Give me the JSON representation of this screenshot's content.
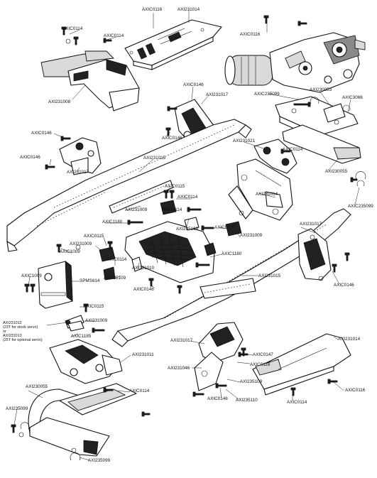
{
  "parts": {
    "AXIC0116_top": "AXIC0116",
    "AXI231014_top": "AXI231014",
    "AXIC0114_top_left": "AXIC0114",
    "AXIC0114_top_mid": "AXIC0114",
    "AXIC0116_right": "AXIC0116",
    "AXI231008": "AXI231008",
    "AXIC0146_a": "AXIC0146",
    "AXI231017_a": "AXI231017",
    "AXIC235099_a": "AXIC235099",
    "AXI230053": "AXI230053",
    "AXIC3066": "AXIC3066",
    "AXIC0146_b": "AXIC0146",
    "AXIC0146_c": "AXIC0146",
    "AXI231021": "AXI231021",
    "AXIC0114_r": "AXIC0114",
    "AXIC0146_d": "AXIC0146",
    "AXI231017_b": "AXI231017",
    "AXI231015_a": "AXI231015",
    "AXI230055_a": "AXI230055",
    "AXIC0115_a": "AXIC0115",
    "AXIC0114_b": "AXIC0114",
    "AXI231014_b": "AXI231014",
    "AXIC235099_b": "AXIC235099",
    "AXI231009_a": "AXI231009",
    "AXIC0114_c": "AXIC0114",
    "AXIC1180_a": "AXIC1180",
    "AXI235109_a": "AXI235109",
    "AXIC0115_b": "AXIC0115",
    "AXI231009_b": "AXI231009",
    "AXI231017_c": "AXI231017",
    "AXIC0115_c": "AXIC0115",
    "AXI231009_c": "AXI231009",
    "AXIC1009_a": "AXIC1009",
    "AXIC0114_d": "AXIC0114",
    "AXIC1180_b": "AXIC1180",
    "AXI231010": "AXI231010",
    "AXI235109_b": "AXI235109",
    "AXIC1009_b": "AXIC1009",
    "SPMS614": "SPMS614",
    "AXI231015_b": "AXI231015",
    "AXIC0146_e": "AXIC0146",
    "AXIC0146_f": "AXIC0146",
    "AXIC0115_d": "AXIC0115",
    "AXI231012": "AXI231012\n(23T for stock servo)\nor\nAXI231013\n(25T for optional servo)",
    "AXI231009_d": "AXI231009",
    "AXIC1185": "AXIC1185",
    "AXI231017_d": "AXI231017",
    "AXI231014_c": "AXI231014",
    "AXIC0147": "AXIC0147",
    "AXI231011": "AXI231011",
    "AXIC0118": "AXIC0118",
    "AXI231046": "AXI231046",
    "AXI235109_c": "AXI235109",
    "AXIC0146_g": "AXIC0146",
    "AXI235110": "AXI235110",
    "AXIC0116_b": "AXIC0116",
    "AXIC0114_e": "AXIC0114",
    "AXI230055_b": "AXI230055",
    "AXIC0114_f": "AXIC0114",
    "AXI235099_a": "AXI235099",
    "AXI235099_b": "AXI235099"
  }
}
